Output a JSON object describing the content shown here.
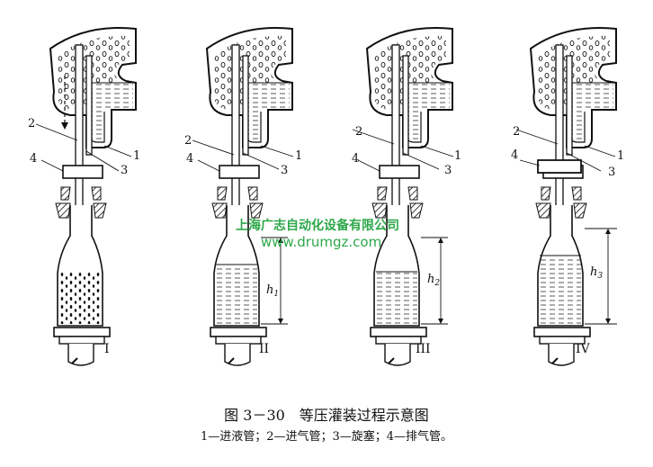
{
  "figure": {
    "title": "图 3－30　等压灌装过程示意图",
    "legend": "1—进液管；2—进气管；3—旋塞；4—排气管。"
  },
  "watermark": {
    "line1": "上海广志自动化设备有限公司",
    "line2": "www.drumgz.com"
  },
  "stages": [
    {
      "roman": "I",
      "labels": [
        "1",
        "2",
        "3",
        "4"
      ],
      "height_label": ""
    },
    {
      "roman": "II",
      "labels": [
        "1",
        "2",
        "3",
        "4"
      ],
      "height_label": "h1"
    },
    {
      "roman": "III",
      "labels": [
        "1",
        "2",
        "3",
        "4"
      ],
      "height_label": "h2"
    },
    {
      "roman": "IV",
      "labels": [
        "1",
        "2",
        "3",
        "4"
      ],
      "height_label": "h3"
    }
  ],
  "colors": {
    "ink": "#111111",
    "watermark": "#2ea84a",
    "background": "#ffffff"
  }
}
